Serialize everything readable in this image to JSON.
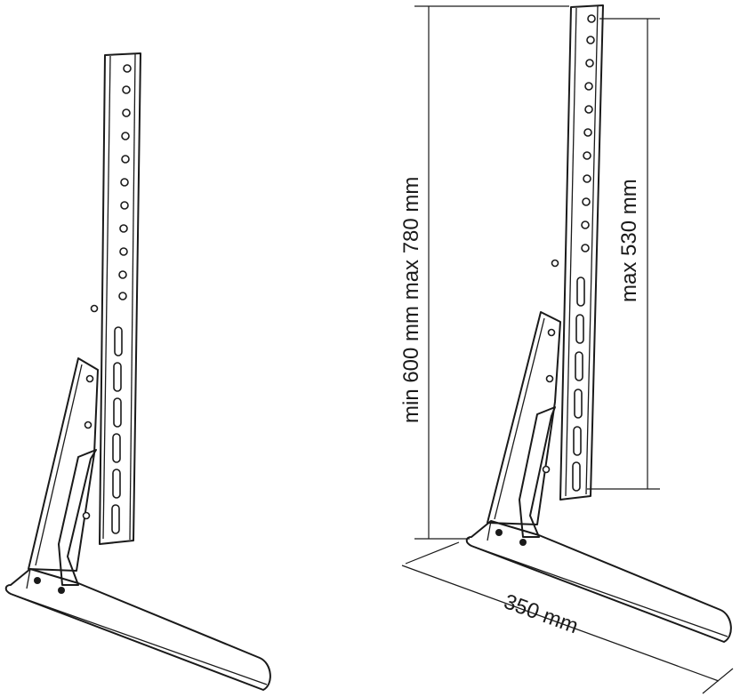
{
  "dimensions": {
    "total_height": "min 600 mm max 780 mm",
    "column_height": "max 530 mm",
    "base_depth": "350 mm"
  },
  "colors": {
    "line": "#1a1a1a",
    "background": "#ffffff"
  }
}
